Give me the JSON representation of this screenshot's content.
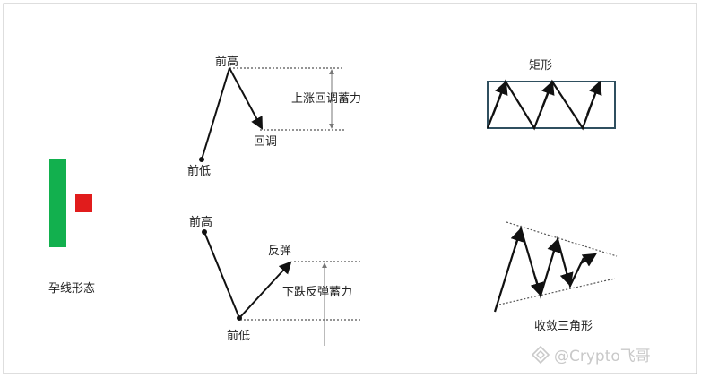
{
  "figure": {
    "colors": {
      "bull": "#12b04e",
      "bear": "#e11c1c",
      "line": "#111111",
      "frame": "#2f4f5f",
      "guide": "#555555"
    },
    "harami": {
      "label": "孕线形态"
    },
    "pullback": {
      "high": "前高",
      "low": "前低",
      "retrace": "回调",
      "energy": "上涨回调蓄力"
    },
    "bounce": {
      "high": "前高",
      "low": "前低",
      "rebound": "反弹",
      "energy": "下跌反弹蓄力"
    },
    "rectangle": {
      "label": "矩形"
    },
    "triangle": {
      "label": "收敛三角形"
    },
    "watermark": {
      "text": "@Crypto飞哥",
      "icon": "crypto-diamond-icon"
    }
  }
}
